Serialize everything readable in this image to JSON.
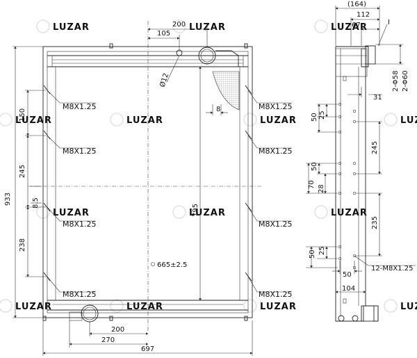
{
  "watermark": "LUZAR",
  "front_view": {
    "dims": {
      "top_200": "200",
      "top_105": "105",
      "hole_diameter": "Ø12",
      "dim_8": "8",
      "height_933": "933",
      "pitch_150": "150",
      "pitch_245": "245",
      "offset_8_5": "8.5",
      "pitch_238": "238",
      "core_795": "795",
      "core_665": "665±2.5",
      "bottom_200": "200",
      "bottom_270": "270",
      "width_697": "697"
    },
    "threads": [
      "M8X1.25",
      "M8X1.25",
      "M8X1.25",
      "M8X1.25",
      "M8X1.25",
      "M8X1.25",
      "M8X1.25",
      "M8X1.25"
    ]
  },
  "side_view": {
    "dims": {
      "d164": "(164)",
      "d112": "112",
      "d67": "67",
      "view_mark": "I",
      "phi58": "2-Φ58",
      "phi60": "2-Φ60",
      "d31": "31",
      "d50_a": "50",
      "d25_a": "25",
      "d245": "245",
      "d50_b": "50",
      "d70": "70",
      "d28": "28",
      "d235": "235",
      "d50_c": "50",
      "d25_b": "25",
      "d50_d": "50",
      "threads_12": "12-M8X1.25",
      "d104": "104"
    }
  }
}
